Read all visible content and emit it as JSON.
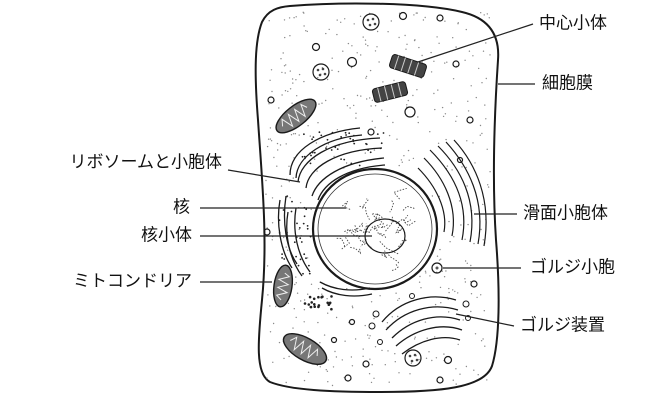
{
  "colors": {
    "cytoplasm": "#f2f2f2",
    "nucleus": "#c9c9c9",
    "nucleolus": "#9a9a9a",
    "outline": "#1a1a1a",
    "texture": "#8a8a8a",
    "mitochondria": "#555555"
  },
  "labels": {
    "centriole": "中心小体",
    "cell_membrane": "細胞膜",
    "ribosome_er": "リボソームと小胞体",
    "nucleus": "核",
    "nucleolus": "核小体",
    "smooth_er": "滑面小胞体",
    "golgi_vesicle": "ゴルジ小胞",
    "mitochondria": "ミトコンドリア",
    "golgi_apparatus": "ゴルジ装置"
  }
}
